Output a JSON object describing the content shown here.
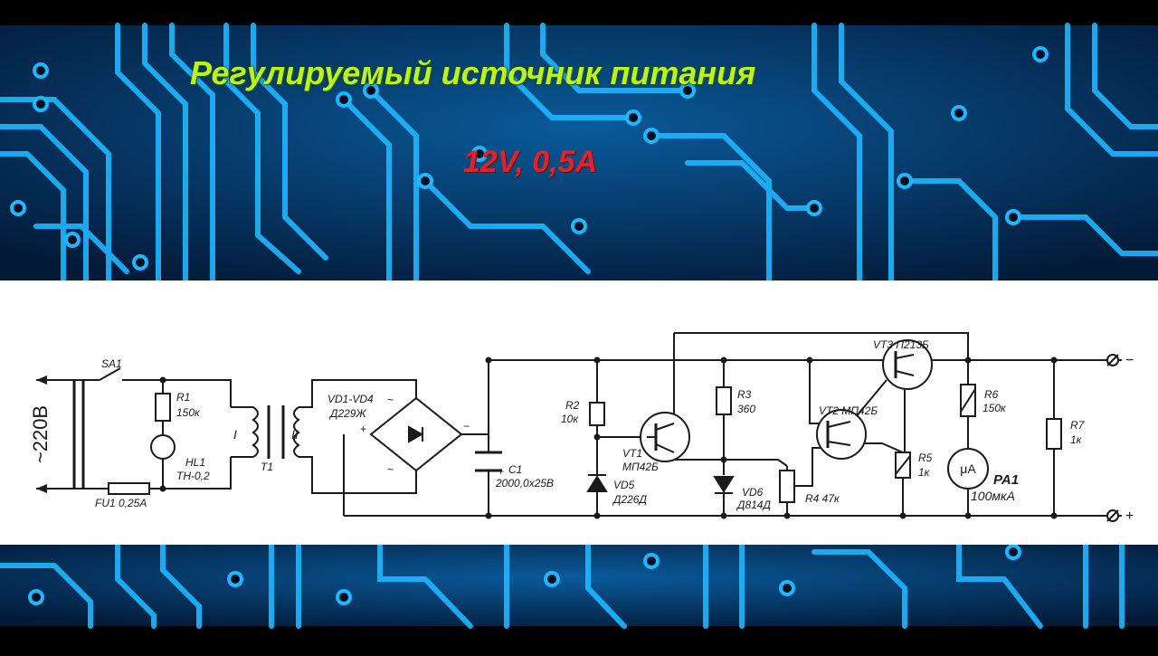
{
  "banner": {
    "title": "Регулируемый источник питания",
    "subtitle": "12V, 0,5A",
    "title_color": "#bff21c",
    "subtitle_color": "#e0232b"
  },
  "colors": {
    "board": "#062a52",
    "trace": "#1fb7ff",
    "schematic_bg": "#ffffff",
    "wire": "#1a1a1a"
  },
  "schematic": {
    "labels": {
      "mains": "~220В",
      "sa1": "SA1",
      "r1": "R1",
      "r1_val": "150к",
      "hl1": "HL1",
      "hl1_val": "ТН-0,2",
      "fu1": "FU1 0,25A",
      "winding1": "I",
      "winding2": "II",
      "t1": "T1",
      "vd1vd4": "VD1-VD4",
      "vd1vd4_val": "Д229Ж",
      "plus": "+",
      "minus": "−",
      "tilde": "~",
      "c1": "C1",
      "c1_val": "2000,0х25В",
      "c1_plus": "+",
      "r2": "R2",
      "r2_val": "10к",
      "vd5": "VD5",
      "vd5_val": "Д226Д",
      "vt1": "VT1",
      "vt1_val": "МП42Б",
      "r3": "R3",
      "r3_val": "360",
      "vd6": "VD6",
      "vd6_val": "Д814Д",
      "r4": "R4 47к",
      "vt2": "VT2 МП42Б",
      "vt3": "VT3 П213Б",
      "r5": "R5",
      "r5_val": "1к",
      "r6": "R6",
      "r6_val": "150к",
      "pa1_sym": "μA",
      "pa1": "PA1",
      "pa1_val": "100мкА",
      "r7": "R7",
      "r7_val": "1к",
      "out_minus": "−",
      "out_plus": "+"
    }
  }
}
